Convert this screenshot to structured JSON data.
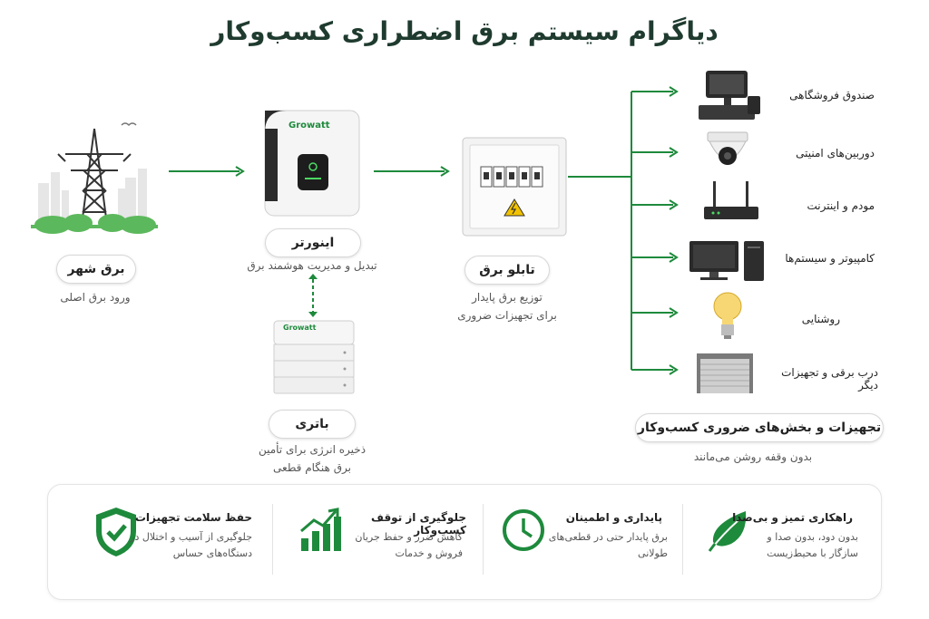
{
  "title": "دیاگرام سیستم برق اضطراری کسب‌وکار",
  "city": {
    "label": "برق شهر",
    "sub": "ورود برق اصلی"
  },
  "inverter": {
    "brand": "Growatt",
    "label": "اینورتر",
    "sub": "تبدیل و مدیریت هوشمند برق"
  },
  "panel_box": {
    "label": "تابلو برق",
    "sub1": "توزیع برق پایدار",
    "sub2": "برای تجهیزات ضروری"
  },
  "battery": {
    "brand": "Growatt",
    "label": "باتری",
    "sub1": "ذخیره انرژی برای تأمین",
    "sub2": "برق هنگام قطعی"
  },
  "devices": [
    {
      "label": "صندوق فروشگاهی",
      "icon": "pos-terminal-icon"
    },
    {
      "label": "دوربین‌های امنیتی",
      "icon": "security-camera-icon"
    },
    {
      "label": "مودم و اینترنت",
      "icon": "router-icon"
    },
    {
      "label": "کامپیوتر و سیستم‌ها",
      "icon": "computer-icon"
    },
    {
      "label": "روشنایی",
      "icon": "light-bulb-icon"
    },
    {
      "label": "درب برقی و تجهیزات دیگر",
      "icon": "roller-door-icon"
    }
  ],
  "essentials": {
    "label": "تجهیزات و بخش‌های ضروری کسب‌وکار",
    "sub": "بدون وقفه روشن می‌مانند"
  },
  "features": [
    {
      "title": "حفظ سلامت تجهیزات",
      "desc1": "جلوگیری از آسیب و اختلال در",
      "desc2": "دستگاه‌های حساس",
      "icon": "shield-check-icon"
    },
    {
      "title": "جلوگیری از توقف کسب‌وکار",
      "desc1": "کاهش ضرر و حفظ جریان",
      "desc2": "فروش و خدمات",
      "icon": "growth-chart-icon"
    },
    {
      "title": "پایداری و اطمینان",
      "desc1": "برق پایدار حتی در قطعی‌های",
      "desc2": "طولانی",
      "icon": "clock-icon"
    },
    {
      "title": "راهکاری تمیز و بی‌صدا",
      "desc1": "بدون دود، بدون صدا و",
      "desc2": "سازگار با محیط‌زیست",
      "icon": "leaf-icon"
    }
  ],
  "colors": {
    "accent": "#1e8a3c",
    "title": "#1f3b2f"
  }
}
